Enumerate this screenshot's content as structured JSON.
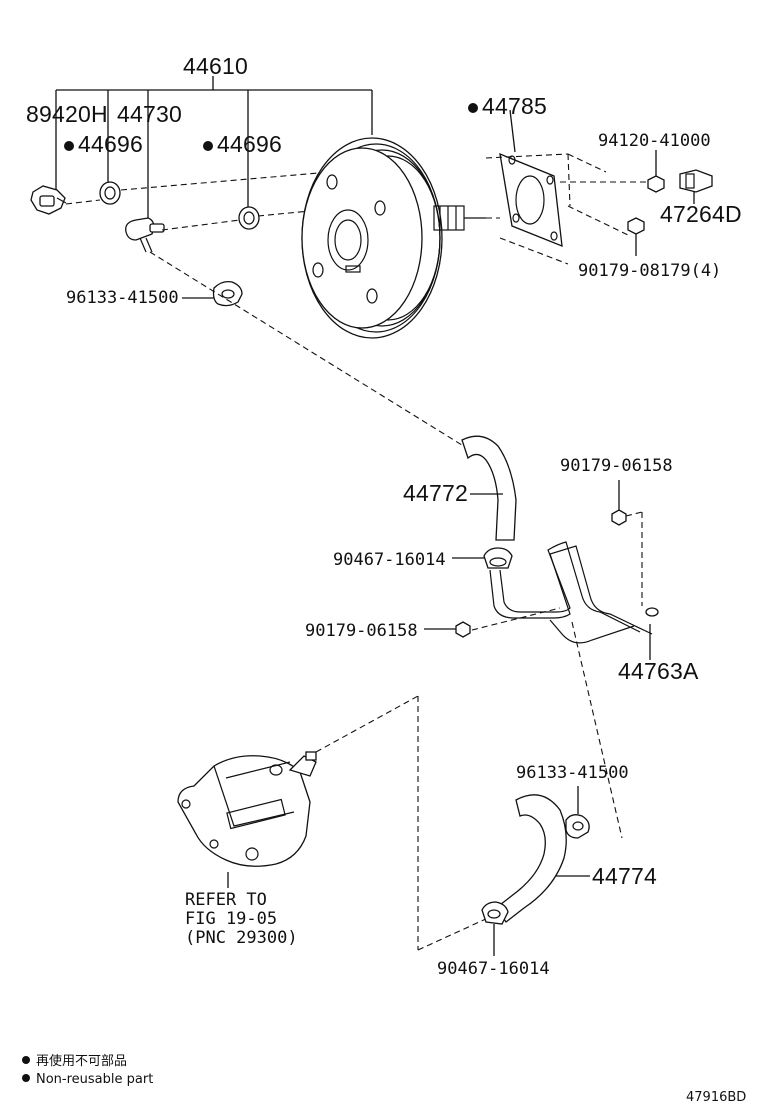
{
  "labels": {
    "main_assembly": "44610",
    "sensor": "89420H",
    "check_valve": "44730",
    "grommet_left": "44696",
    "grommet_right": "44696",
    "gasket": "44785",
    "nut_top": "94120-41000",
    "bracket": "47264D",
    "nut_lower": "90179-08179(4)",
    "clip_upper": "96133-41500",
    "hose_upper": "44772",
    "nut_pipe_top": "90179-06158",
    "clamp_middle": "90467-16014",
    "nut_pipe_left": "90179-06158",
    "pipe": "44763A",
    "clip_lower": "96133-41500",
    "hose_lower": "44774",
    "clamp_bottom": "90467-16014",
    "refer_line1": "REFER TO",
    "refer_line2": "FIG 19-05",
    "refer_line3": "(PNC 29300)"
  },
  "legend": {
    "line_jp": "再使用不可部品",
    "line_en": "Non-reusable part"
  },
  "figure_id": "47916BD"
}
